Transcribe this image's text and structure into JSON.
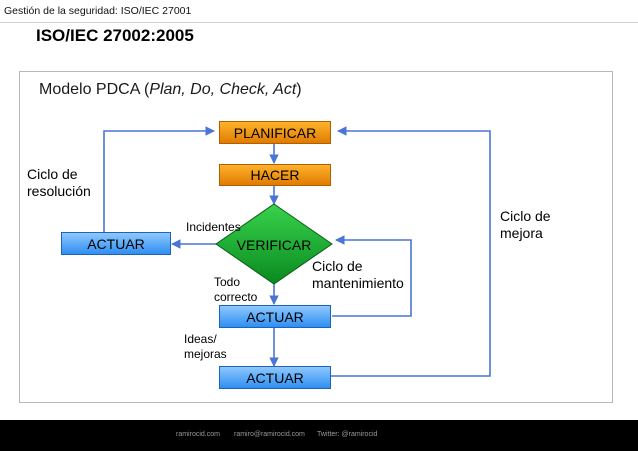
{
  "header": {
    "text": "Gestión de la seguridad: ISO/IEC 27001"
  },
  "title": "ISO/IEC 27002:2005",
  "subtitle": {
    "prefix": "Modelo PDCA (",
    "italic": "Plan, Do, Check, Act",
    "suffix": ")"
  },
  "boxes": {
    "planificar": "PLANIFICAR",
    "hacer": "HACER",
    "verificar": "VERIFICAR",
    "actuar_left": "ACTUAR",
    "actuar_mid": "ACTUAR",
    "actuar_bottom": "ACTUAR"
  },
  "labels": {
    "ciclo_resolucion_1": "Ciclo de",
    "ciclo_resolucion_2": "resolución",
    "incidentes": "Incidentes",
    "todo_1": "Todo",
    "todo_2": "correcto",
    "ciclo_mant_1": "Ciclo de",
    "ciclo_mant_2": "mantenimiento",
    "ideas_1": "Ideas/",
    "ideas_2": "mejoras",
    "ciclo_mejora_1": "Ciclo de",
    "ciclo_mejora_2": "mejora"
  },
  "colors": {
    "arrow": "#4a74d6",
    "plan": "#f29b12",
    "do": "#f29b12",
    "check": "#1fb034",
    "act": "#5aa9f5"
  },
  "footer": {
    "site": "ramirocid.com",
    "email": "ramiro@ramirocid.com",
    "twitter": "Twitter: @ramirocid"
  }
}
